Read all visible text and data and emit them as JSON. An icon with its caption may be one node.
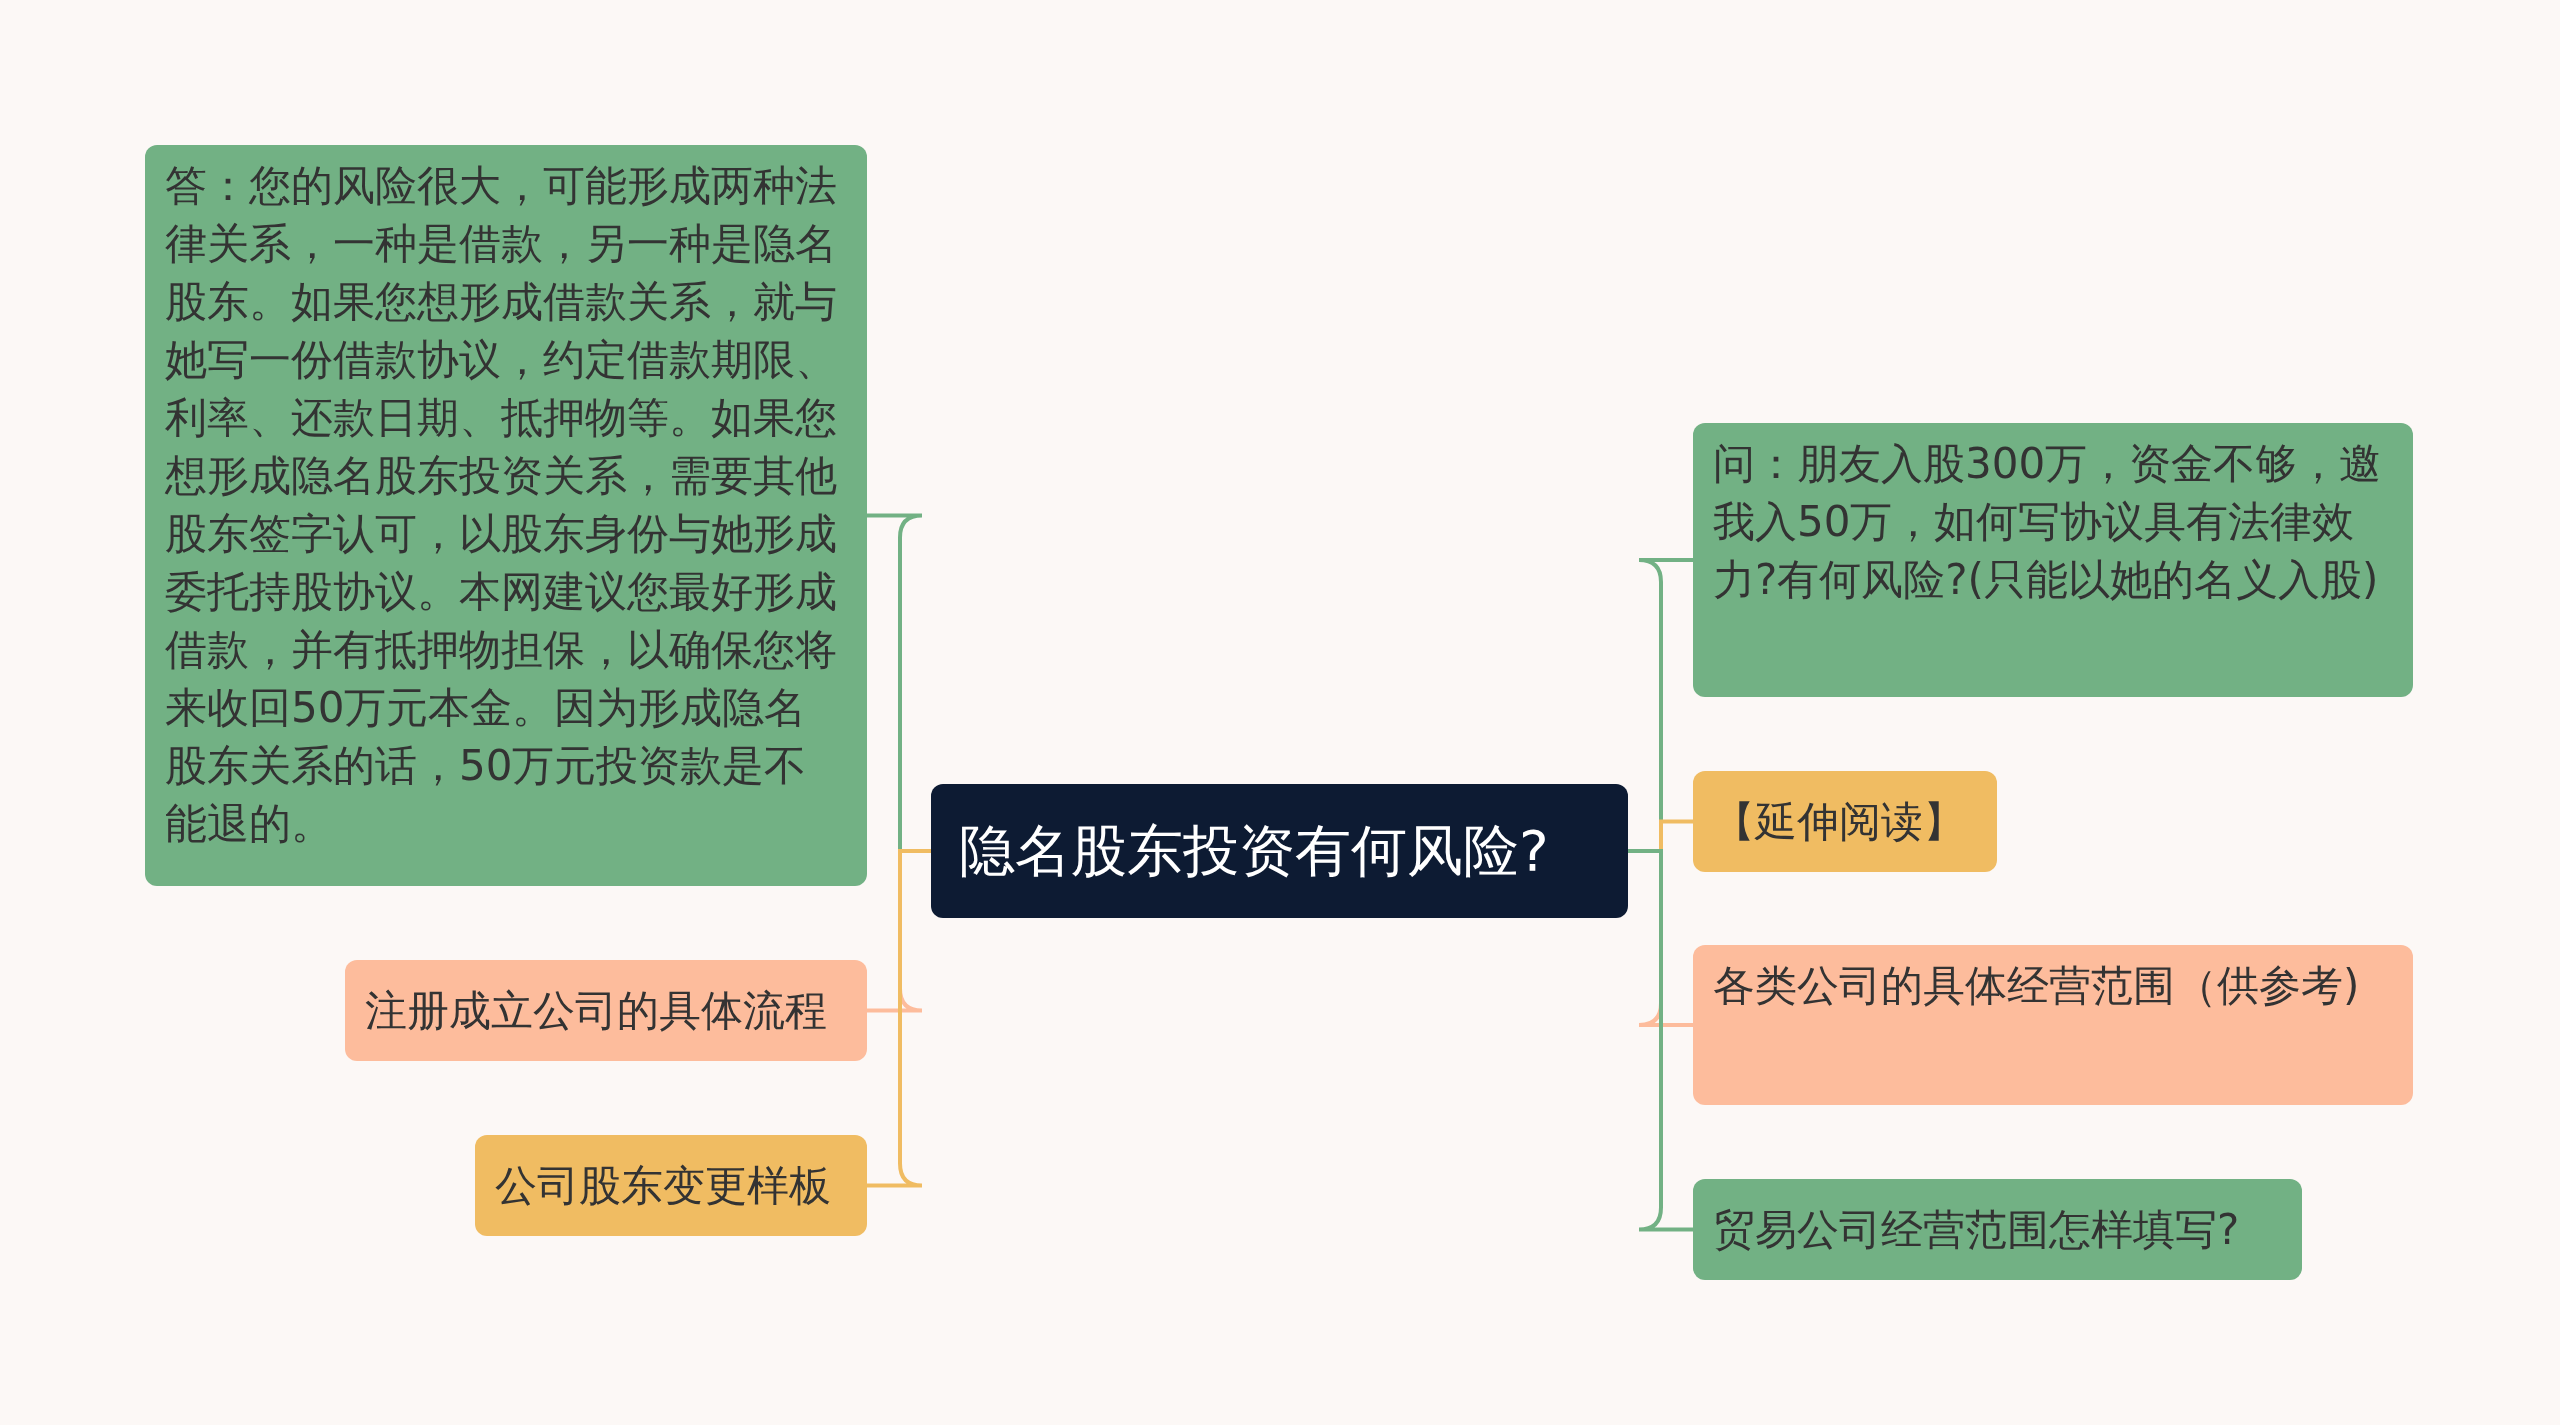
{
  "diagram": {
    "nodes": [
      {
        "text": [
          "隐名股东投资有何风险?"
        ]
      },
      {
        "text": [
          "答：您的风险很大，可能形成两种法律关系，一种是借款，另一种是隐名股东。如果您想形成借款关系，就与她写一份借款协议，约定借款期限、利率、还款日期、抵押物等。如果您想形成隐名股东投资关系，需要其他股东签字认可，以股东身份与她形成委托持股协议。本网建议您最好形成借款，并有抵押物担保，以确保您将来收回50万元本金。因为形成隐名股东关系的话，50万元投资款是不能退的。"
        ]
      },
      {
        "text": [
          "注册成立公司的具体流程"
        ]
      },
      {
        "text": [
          "公司股东变更样板"
        ]
      },
      {
        "text": [
          "问：朋友入股300万，资金不够，邀我入50万，如何写协议具有法律效力?有何风险?(只能以她的名义入股)"
        ]
      },
      {
        "text": [
          "【延伸阅读】"
        ]
      },
      {
        "text": [
          "各类公司的具体经营范围（供参考)"
        ]
      },
      {
        "text": [
          "贸易公司经营范围怎样填写?"
        ]
      }
    ],
    "edges": [
      {
        "from": 0,
        "to": 1,
        "arrow": "none",
        "color": "#72b184"
      },
      {
        "from": 0,
        "to": 2,
        "arrow": "none",
        "color": "#fdbc9c"
      },
      {
        "from": 0,
        "to": 3,
        "arrow": "none",
        "color": "#f0bc62"
      },
      {
        "from": 0,
        "to": 4,
        "arrow": "none",
        "color": "#72b184"
      },
      {
        "from": 0,
        "to": 5,
        "arrow": "none",
        "color": "#f0bc62"
      },
      {
        "from": 0,
        "to": 6,
        "arrow": "none",
        "color": "#fdbc9c"
      },
      {
        "from": 0,
        "to": 7,
        "arrow": "none",
        "color": "#72b184"
      }
    ]
  }
}
